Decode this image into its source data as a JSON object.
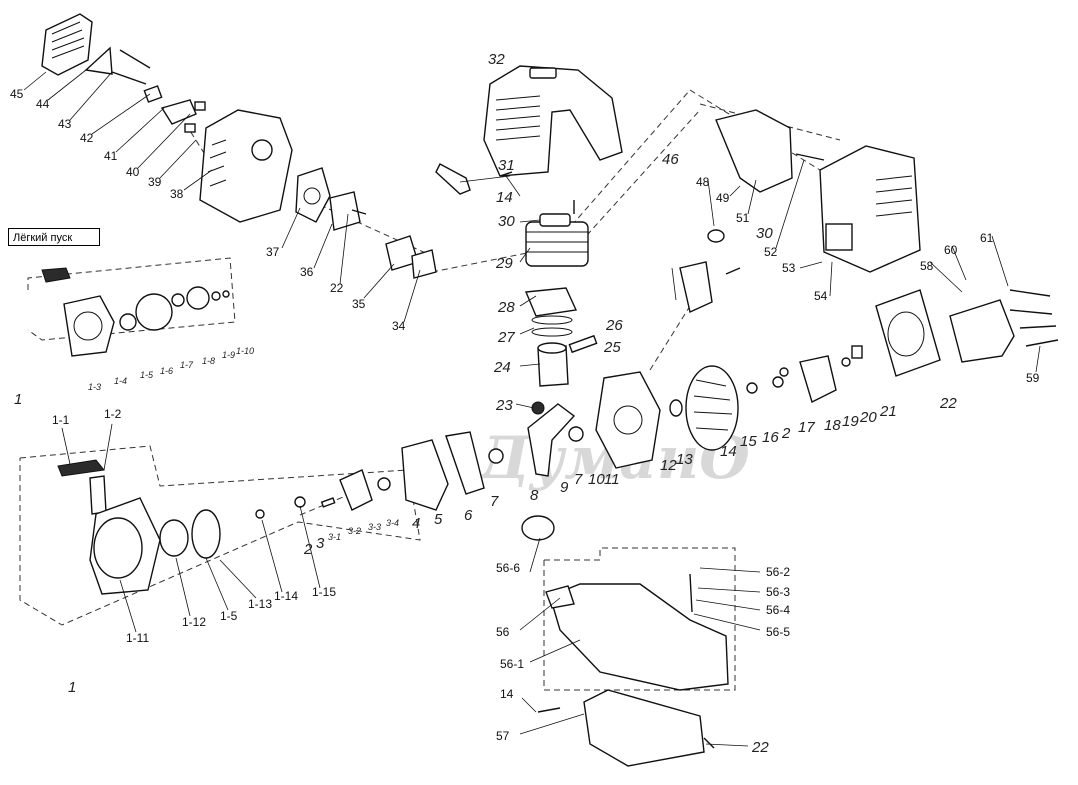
{
  "box_label": "Лёгкий пуск",
  "watermark": "ДуманО",
  "labels_plain": [
    {
      "t": "45"
    },
    {
      "t": "44"
    },
    {
      "t": "43"
    },
    {
      "t": "42"
    },
    {
      "t": "41"
    },
    {
      "t": "40"
    },
    {
      "t": "39"
    },
    {
      "t": "38"
    },
    {
      "t": "37"
    },
    {
      "t": "36"
    },
    {
      "t": "22"
    },
    {
      "t": "35"
    },
    {
      "t": "34"
    },
    {
      "t": "48"
    },
    {
      "t": "49"
    },
    {
      "t": "51"
    },
    {
      "t": "52"
    },
    {
      "t": "53"
    },
    {
      "t": "54"
    },
    {
      "t": "60"
    },
    {
      "t": "61"
    },
    {
      "t": "58"
    },
    {
      "t": "59"
    },
    {
      "t": "1-1"
    },
    {
      "t": "1-2"
    },
    {
      "t": "1-11"
    },
    {
      "t": "1-12"
    },
    {
      "t": "1-5"
    },
    {
      "t": "1-13"
    },
    {
      "t": "1-14"
    },
    {
      "t": "1-15"
    },
    {
      "t": "56-6"
    },
    {
      "t": "56-2"
    },
    {
      "t": "56-3"
    },
    {
      "t": "56-4"
    },
    {
      "t": "56-5"
    },
    {
      "t": "56"
    },
    {
      "t": "56-1"
    },
    {
      "t": "14"
    },
    {
      "t": "57"
    }
  ],
  "labels_italic": [
    {
      "t": "32"
    },
    {
      "t": "31"
    },
    {
      "t": "14"
    },
    {
      "t": "30"
    },
    {
      "t": "29"
    },
    {
      "t": "28"
    },
    {
      "t": "27"
    },
    {
      "t": "26"
    },
    {
      "t": "25"
    },
    {
      "t": "24"
    },
    {
      "t": "23"
    },
    {
      "t": "46"
    },
    {
      "t": "30"
    },
    {
      "t": "7"
    },
    {
      "t": "8"
    },
    {
      "t": "9"
    },
    {
      "t": "7"
    },
    {
      "t": "10"
    },
    {
      "t": "11"
    },
    {
      "t": "12"
    },
    {
      "t": "13"
    },
    {
      "t": "14"
    },
    {
      "t": "15"
    },
    {
      "t": "16"
    },
    {
      "t": "2"
    },
    {
      "t": "17"
    },
    {
      "t": "18"
    },
    {
      "t": "19"
    },
    {
      "t": "20"
    },
    {
      "t": "21"
    },
    {
      "t": "22"
    },
    {
      "t": "2"
    },
    {
      "t": "3"
    },
    {
      "t": "4"
    },
    {
      "t": "5"
    },
    {
      "t": "6"
    },
    {
      "t": "1"
    },
    {
      "t": "1"
    },
    {
      "t": "22"
    }
  ],
  "labels_small": [
    {
      "t": "1-3"
    },
    {
      "t": "1-4"
    },
    {
      "t": "1-5"
    },
    {
      "t": "1-6"
    },
    {
      "t": "1-7"
    },
    {
      "t": "1-8"
    },
    {
      "t": "1-9"
    },
    {
      "t": "1-10"
    },
    {
      "t": "3-1"
    },
    {
      "t": "3-2"
    },
    {
      "t": "3-3"
    },
    {
      "t": "3-4"
    }
  ]
}
